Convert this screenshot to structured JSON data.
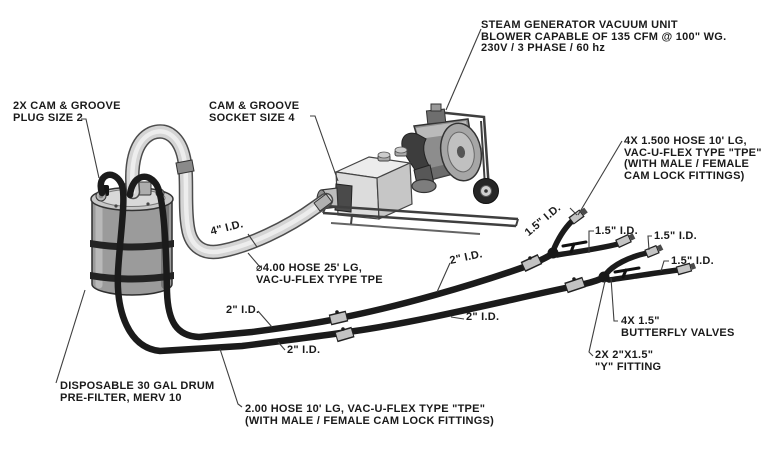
{
  "drawing_title": "Steam generator vacuum unit hose hookup diagram",
  "colors": {
    "background": "#ffffff",
    "leader_line": "#3f3f3f",
    "hose_black": "#1b1b1b",
    "hose_silver": "#d4d4d4",
    "metal_fitting": "#c2c2c2",
    "drum_gray": "#9b9b9b",
    "text": "#1a1a1a"
  },
  "callouts": {
    "steam_unit": "STEAM GENERATOR VACUUM UNIT\nBLOWER CAPABLE OF 135 CFM @ 100\" WG.\n230V / 3 PHASE / 60 hz",
    "plug_size2": "2X CAM & GROOVE\nPLUG SIZE 2",
    "socket_size4": "CAM & GROOVE\nSOCKET SIZE 4",
    "id_4in": "4\" I.D.",
    "hose_4in": "⌀4.00 HOSE 25' LG,\nVAC-U-FLEX TYPE TPE",
    "hose_15in": "4X 1.500 HOSE 10' LG,\nVAC-U-FLEX TYPE \"TPE\"\n(WITH MALE / FEMALE\nCAM LOCK FITTINGS)",
    "id_15in": "1.5\" I.D.",
    "id_2in": "2\" I.D.",
    "butterfly_valves": "4X 1.5\"\nBUTTERFLY VALVES",
    "y_fitting": "2X 2\"X1.5\"\n\"Y\" FITTING",
    "drum_filter": "DISPOSABLE 30 GAL DRUM\nPRE-FILTER, MERV 10",
    "hose_2in": "2.00 HOSE 10' LG, VAC-U-FLEX TYPE \"TPE\"\n(WITH MALE / FEMALE CAM LOCK FITTINGS)"
  }
}
